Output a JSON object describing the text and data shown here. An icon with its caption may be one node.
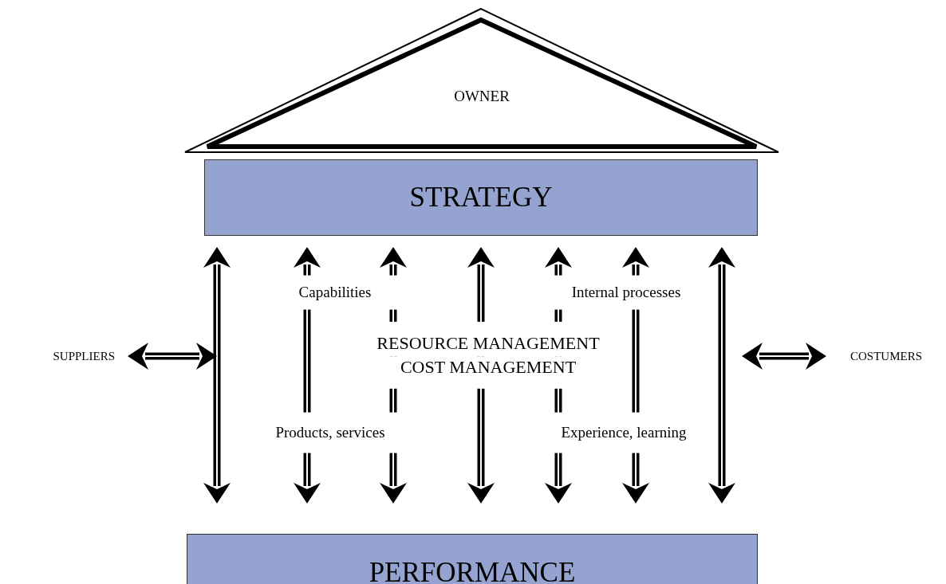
{
  "diagram": {
    "nodes": [
      {
        "text": [
          "OWNER"
        ]
      },
      {
        "text": [
          "STRATEGY"
        ]
      },
      {
        "text": [
          "PERFORMANCE"
        ]
      },
      {
        "text": [
          "SUPPLIERS"
        ]
      },
      {
        "text": [
          "COSTUMERS"
        ]
      }
    ],
    "edges": [
      {
        "from": 1,
        "to": 2,
        "arrow": "both"
      },
      {
        "from": 1,
        "to": 2,
        "arrow": "both"
      },
      {
        "from": 1,
        "to": 2,
        "arrow": "both"
      },
      {
        "from": 1,
        "to": 2,
        "arrow": "both"
      },
      {
        "from": 1,
        "to": 2,
        "arrow": "both"
      },
      {
        "from": 1,
        "to": 2,
        "arrow": "both"
      },
      {
        "from": 1,
        "to": 2,
        "arrow": "both"
      },
      {
        "from": 3,
        "to": null,
        "arrow": "both"
      },
      {
        "from": null,
        "to": 4,
        "arrow": "both"
      }
    ],
    "labels": [
      "Capabilities",
      "Internal processes",
      "RESOURCE MANAGEMENT",
      "COST MANAGEMENT",
      "Products, services",
      "Experience, learning"
    ]
  }
}
